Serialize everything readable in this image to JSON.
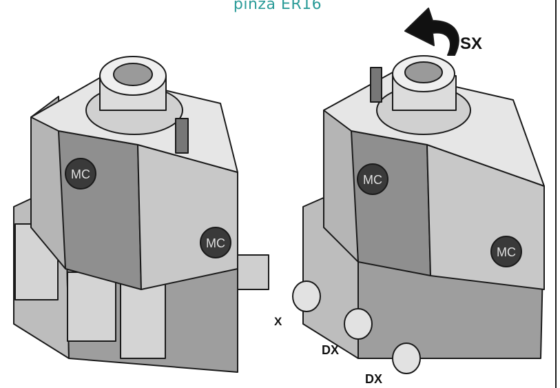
{
  "caption": "pinza ER16",
  "colors": {
    "caption": "#2a9b98",
    "body_light": "#d9d9d9",
    "body_mid": "#a8a8a8",
    "body_dark": "#6e6e6e",
    "outline": "#1a1a1a",
    "badge": "#3a3a3a"
  },
  "left_unit": {
    "badge_top": "MC",
    "badge_side": "MC"
  },
  "right_unit": {
    "badge_top": "MC",
    "badge_side": "MC",
    "rotation_label": "SX",
    "output_labels": [
      "DX",
      "DX"
    ],
    "partial_label": "X"
  }
}
